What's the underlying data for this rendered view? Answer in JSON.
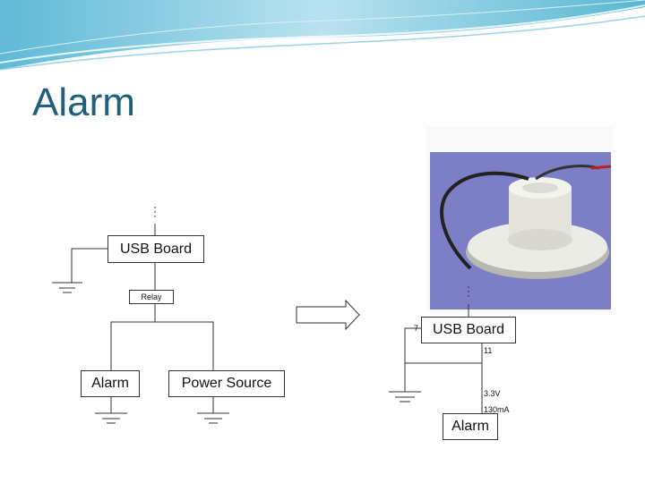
{
  "title": "Alarm",
  "left_diagram": {
    "usb_board": "USB Board",
    "relay": "Relay",
    "alarm": "Alarm",
    "power_source": "Power Source"
  },
  "right_diagram": {
    "usb_board": "USB Board",
    "pin_left": "7",
    "pin_bottom": "11",
    "voltage": "3.3V",
    "current": "130mA",
    "alarm": "Alarm"
  },
  "colors": {
    "title": "#1f5f7a",
    "header_wave": "#6fc4dd",
    "photo_background": "#7c7fc6"
  }
}
